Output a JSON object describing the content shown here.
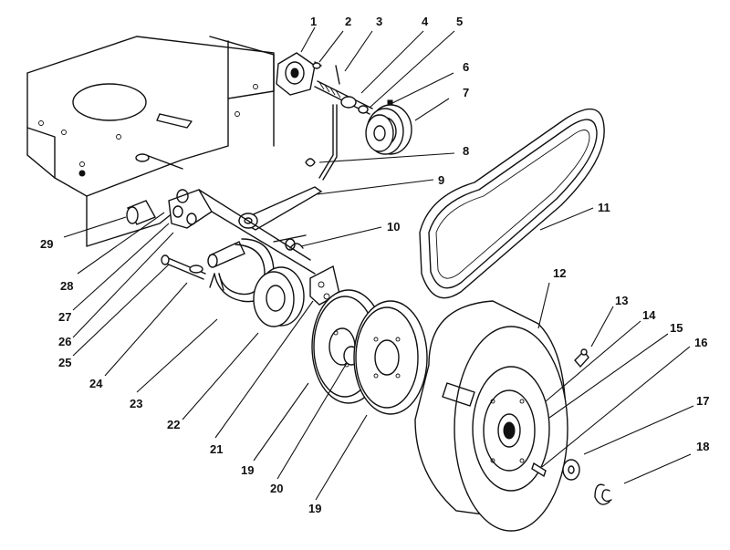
{
  "diagram": {
    "callouts": [
      "1",
      "2",
      "3",
      "4",
      "5",
      "6",
      "7",
      "8",
      "9",
      "10",
      "11",
      "12",
      "13",
      "14",
      "15",
      "16",
      "17",
      "18",
      "29",
      "28",
      "27",
      "26",
      "25",
      "24",
      "23",
      "22",
      "21",
      "19",
      "20",
      "19"
    ]
  }
}
